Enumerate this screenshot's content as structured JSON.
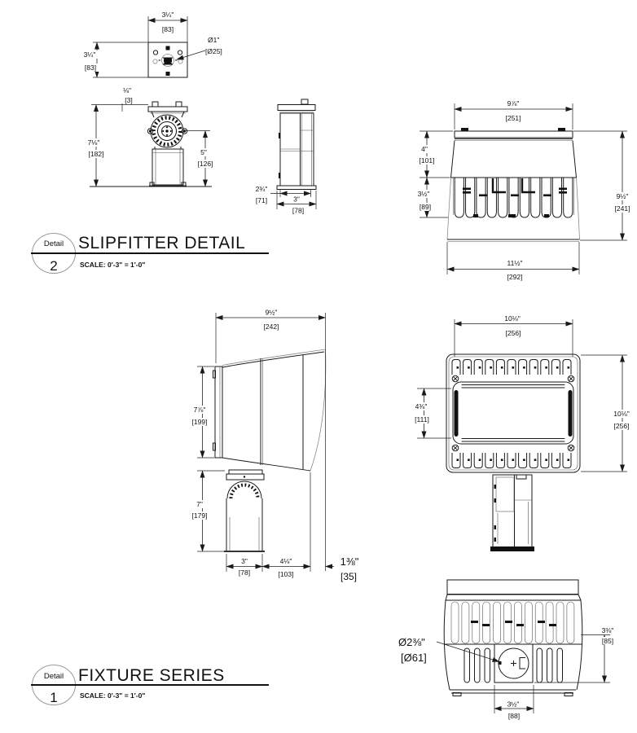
{
  "colors": {
    "ink": "#1a1a1a",
    "paper": "#ffffff"
  },
  "slipfitter": {
    "title": {
      "label": "Detail",
      "number": "2",
      "name": "SLIPFITTER DETAIL",
      "scale": "SCALE: 0'-3\" = 1'-0\""
    },
    "top": {
      "w": "3¼\"",
      "w_mm": "[83]",
      "h": "3¼\"",
      "h_mm": "[83]",
      "hole": "Ø1\"",
      "hole_mm": "[Ø25]"
    },
    "front": {
      "lip": "⅛\"",
      "lip_mm": "[3]",
      "h": "7⅛\"",
      "h_mm": "[182]",
      "inner": "5\"",
      "inner_mm": "[126]"
    },
    "side": {
      "body": "2¾\"",
      "body_mm": "[71]",
      "base": "3\"",
      "base_mm": "[78]"
    }
  },
  "fixture": {
    "title": {
      "label": "Detail",
      "number": "1",
      "name": "FIXTURE SERIES",
      "scale": "SCALE: 0'-3\" = 1'-0\""
    },
    "rear": {
      "w": "9⅞\"",
      "w_mm": "[251]",
      "upper": "4\"",
      "upper_mm": "[101]",
      "fins": "3½\"",
      "fins_mm": "[89]",
      "h": "9½\"",
      "h_mm": "[241]",
      "base": "11½\"",
      "base_mm": "[292]"
    },
    "side": {
      "d": "9½\"",
      "d_mm": "[242]",
      "lens": "7⅞\"",
      "lens_mm": "[199]",
      "pole": "7\"",
      "pole_mm": "[179]",
      "pole_w": "3\"",
      "pole_w_mm": "[78]",
      "mid": "4⅛\"",
      "mid_mm": "[103]",
      "lip": "1⅜\"",
      "lip_mm": "[35]"
    },
    "front": {
      "w": "10⅛\"",
      "w_mm": "[256]",
      "lens": "4⅜\"",
      "lens_mm": "[111]",
      "h": "10⅛\"",
      "h_mm": "[256]"
    },
    "bottom": {
      "hole": "Ø2⅜\"",
      "hole_mm": "[Ø61]",
      "inset": "3⅜\"",
      "inset_mm": "[85]",
      "box": "3½\"",
      "box_mm": "[88]"
    }
  }
}
